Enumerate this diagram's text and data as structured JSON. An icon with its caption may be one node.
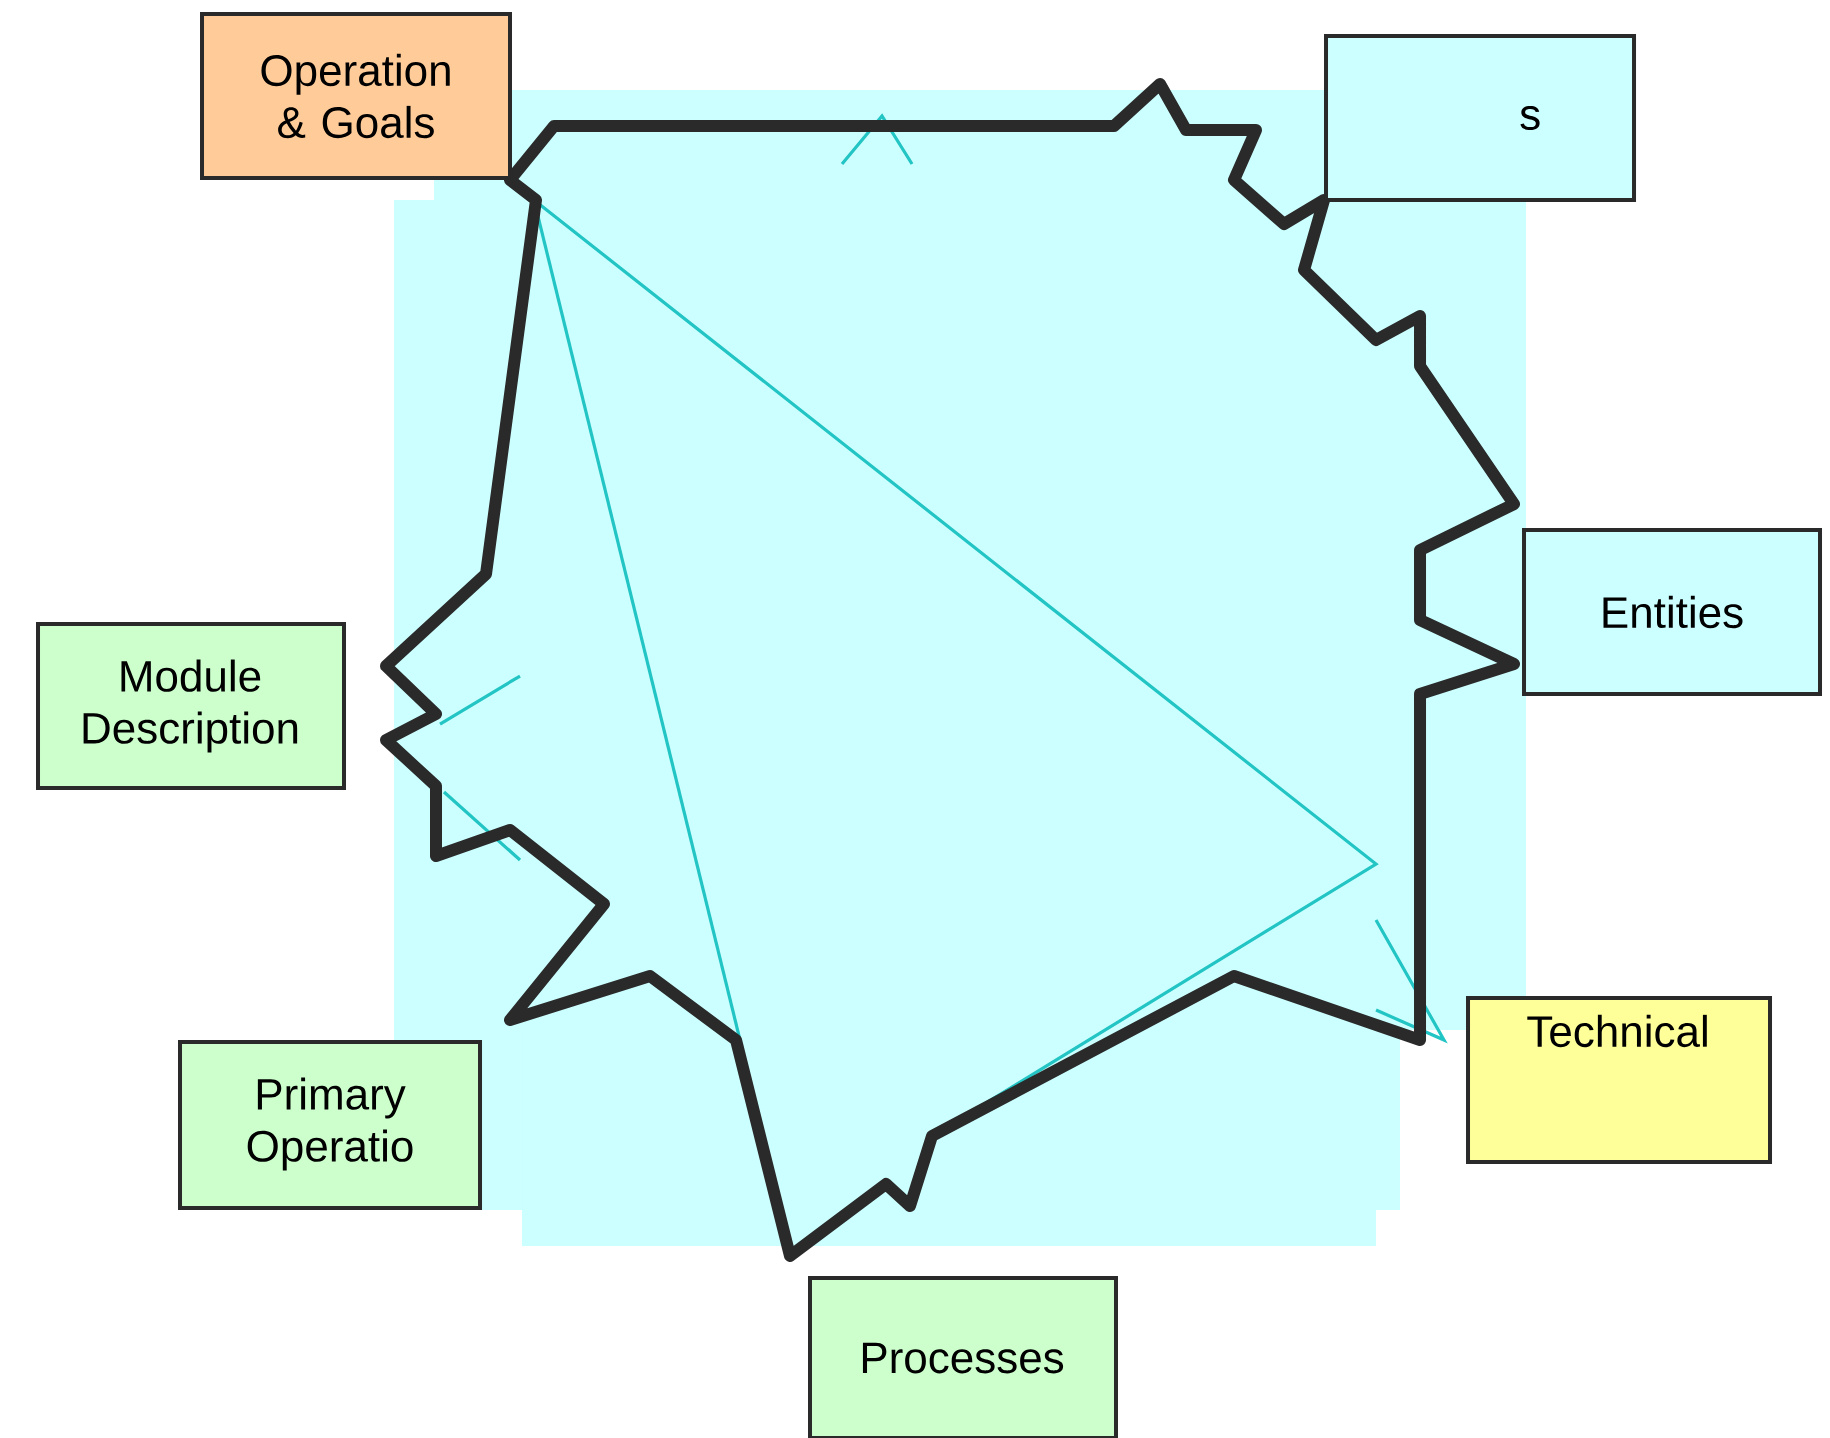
{
  "diagram": {
    "nodes": [
      {
        "text": [
          "Operation & Goals"
        ]
      },
      {
        "text": [
          "s"
        ]
      },
      {
        "text": [
          "Entities"
        ]
      },
      {
        "text": [
          "Technical"
        ]
      },
      {
        "text": [
          "Processes"
        ]
      },
      {
        "text": [
          "Primary Operatio"
        ]
      },
      {
        "text": [
          "Module Description"
        ]
      }
    ]
  }
}
